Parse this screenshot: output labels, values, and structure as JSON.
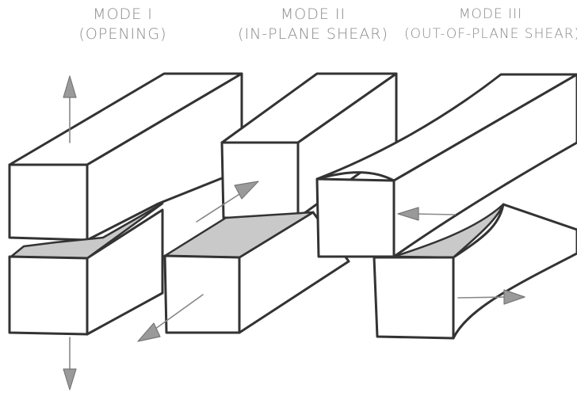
{
  "modes": [
    {
      "id": "mode1",
      "line1": "MODE I",
      "line2": "(OPENING)"
    },
    {
      "id": "mode2",
      "line1": "MODE II",
      "line2": "(IN-PLANE SHEAR)"
    },
    {
      "id": "mode3",
      "line1": "MODE III",
      "line2": "(OUT-OF-PLANE SHEAR)"
    }
  ],
  "colors": {
    "outline": "#333333",
    "crack_face": "#c9c9c9",
    "arrow": "#888888",
    "label": "#8a8a8a"
  }
}
